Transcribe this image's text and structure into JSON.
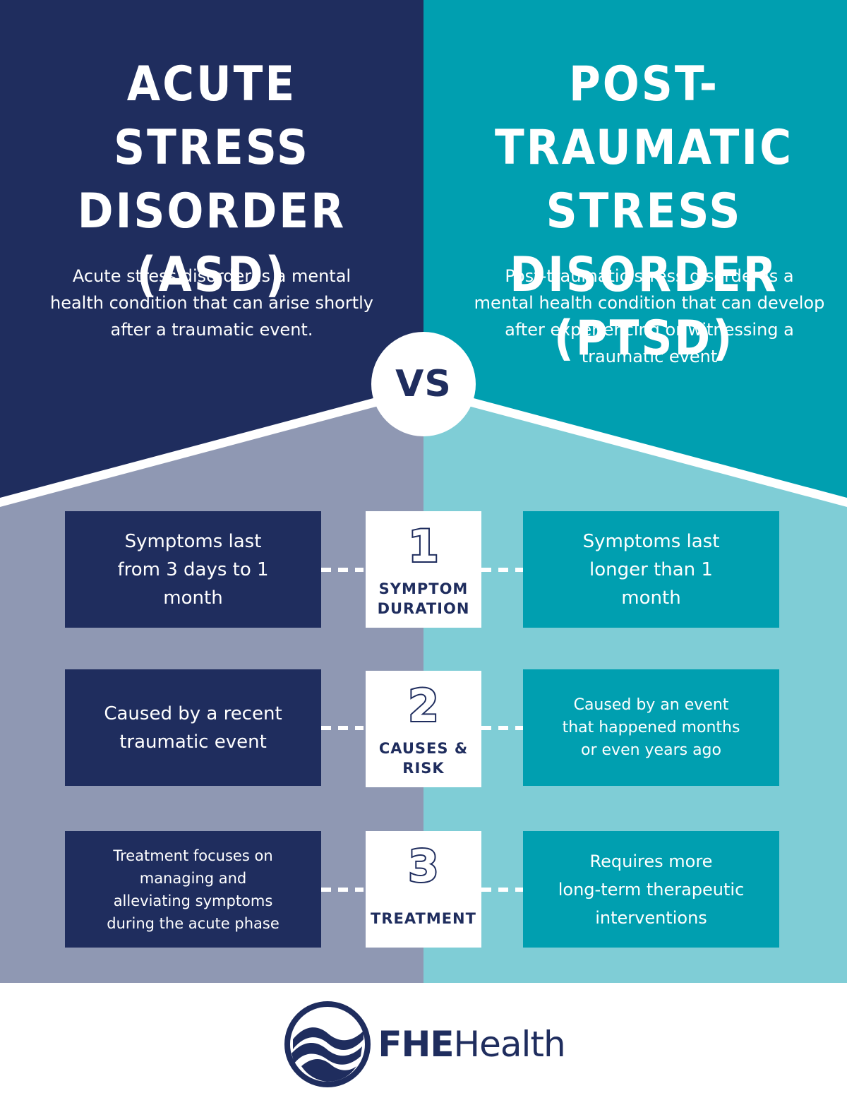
{
  "colors": {
    "navy": "#1f2d5e",
    "teal": "#009fb0",
    "slate_light": "#8f98b3",
    "teal_light": "#7fcdd6",
    "white": "#ffffff"
  },
  "left": {
    "title_lines": [
      "ACUTE STRESS",
      "DISORDER",
      "(ASD)"
    ],
    "description": "Acute stress disorder is a mental health condition that can arise shortly after a traumatic event."
  },
  "right": {
    "title_lines": [
      "POST-TRAUMATIC",
      "STRESS DISORDER",
      "(PTSD)"
    ],
    "description": "Post-traumatic stress disorder is a mental health condition that can develop after experiencing or witnessing a traumatic event"
  },
  "vs_label": "VS",
  "comparisons": [
    {
      "number": "1",
      "category_lines": [
        "SYMPTOM",
        "DURATION"
      ],
      "asd_lines": [
        "Symptoms last",
        "from 3 days to 1",
        "month"
      ],
      "ptsd_lines": [
        "Symptoms last",
        "longer than 1",
        "month"
      ]
    },
    {
      "number": "2",
      "category_lines": [
        "CAUSES &",
        "RISK"
      ],
      "asd_lines": [
        "Caused by a recent",
        "traumatic event"
      ],
      "ptsd_lines": [
        "Caused by an event",
        "that happened months",
        "or even years ago"
      ]
    },
    {
      "number": "3",
      "category_lines": [
        "TREATMENT"
      ],
      "asd_lines": [
        "Treatment focuses on",
        "managing and",
        "alleviating symptoms",
        "during the acute phase"
      ],
      "ptsd_lines": [
        "Requires more",
        "long-term therapeutic",
        "interventions"
      ]
    }
  ],
  "footer": {
    "brand_bold": "FHE",
    "brand_regular": "Health",
    "logo_icon": "wave-circle-icon"
  }
}
